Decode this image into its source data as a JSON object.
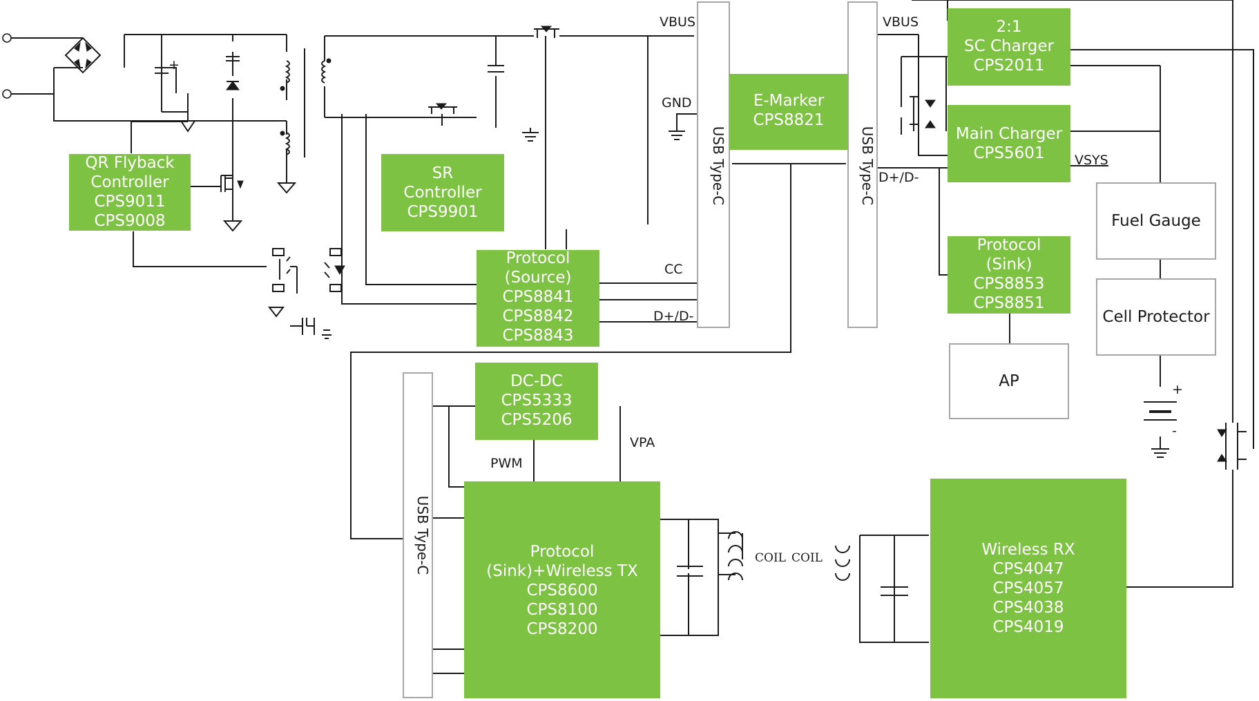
{
  "blocks": {
    "qr_flyback": {
      "lines": [
        "QR Flyback",
        "Controller",
        "CPS9011",
        "CPS9008"
      ]
    },
    "sr_controller": {
      "lines": [
        "SR",
        "Controller",
        "CPS9901"
      ]
    },
    "protocol_source": {
      "lines": [
        "Protocol",
        "(Source)",
        "CPS8841",
        "CPS8842",
        "CPS8843"
      ]
    },
    "e_marker": {
      "lines": [
        "E-Marker",
        "CPS8821"
      ]
    },
    "sc_charger": {
      "lines": [
        "2:1",
        "SC Charger",
        "CPS2011"
      ]
    },
    "main_charger": {
      "lines": [
        "Main Charger",
        "CPS5601"
      ]
    },
    "protocol_sink": {
      "lines": [
        "Protocol",
        "(Sink)",
        "CPS8853",
        "CPS8851"
      ]
    },
    "fuel_gauge": {
      "lines": [
        "Fuel Gauge"
      ]
    },
    "cell_protector": {
      "lines": [
        "Cell Protector"
      ]
    },
    "ap": {
      "lines": [
        "AP"
      ]
    },
    "dc_dc": {
      "lines": [
        "DC-DC",
        "CPS5333",
        "CPS5206"
      ]
    },
    "wireless_tx": {
      "lines": [
        "Protocol",
        "(Sink)+Wireless TX",
        "CPS8600",
        "CPS8100",
        "CPS8200"
      ]
    },
    "wireless_rx": {
      "lines": [
        "Wireless RX",
        "CPS4047",
        "CPS4057",
        "CPS4038",
        "CPS4019"
      ]
    }
  },
  "ports": {
    "usb_left": "USB Type-C",
    "usb_right": "USB Type-C",
    "usb_bottom": "USB Type-C"
  },
  "labels": {
    "vbus_left": "VBUS",
    "gnd": "GND",
    "cc": "CC",
    "dpdm_left": "D+/D-",
    "vbus_right": "VBUS",
    "dpdm_right": "D+/D-",
    "vsys": "VSYS",
    "pwm": "PWM",
    "vpa": "VPA",
    "coil_tx": "COIL",
    "coil_rx": "COIL",
    "battery_plus": "+",
    "battery_minus": "-"
  },
  "colors": {
    "block_green": "#7dc242",
    "gray_border": "#a6a6a6",
    "wire": "#1a1a1a"
  }
}
